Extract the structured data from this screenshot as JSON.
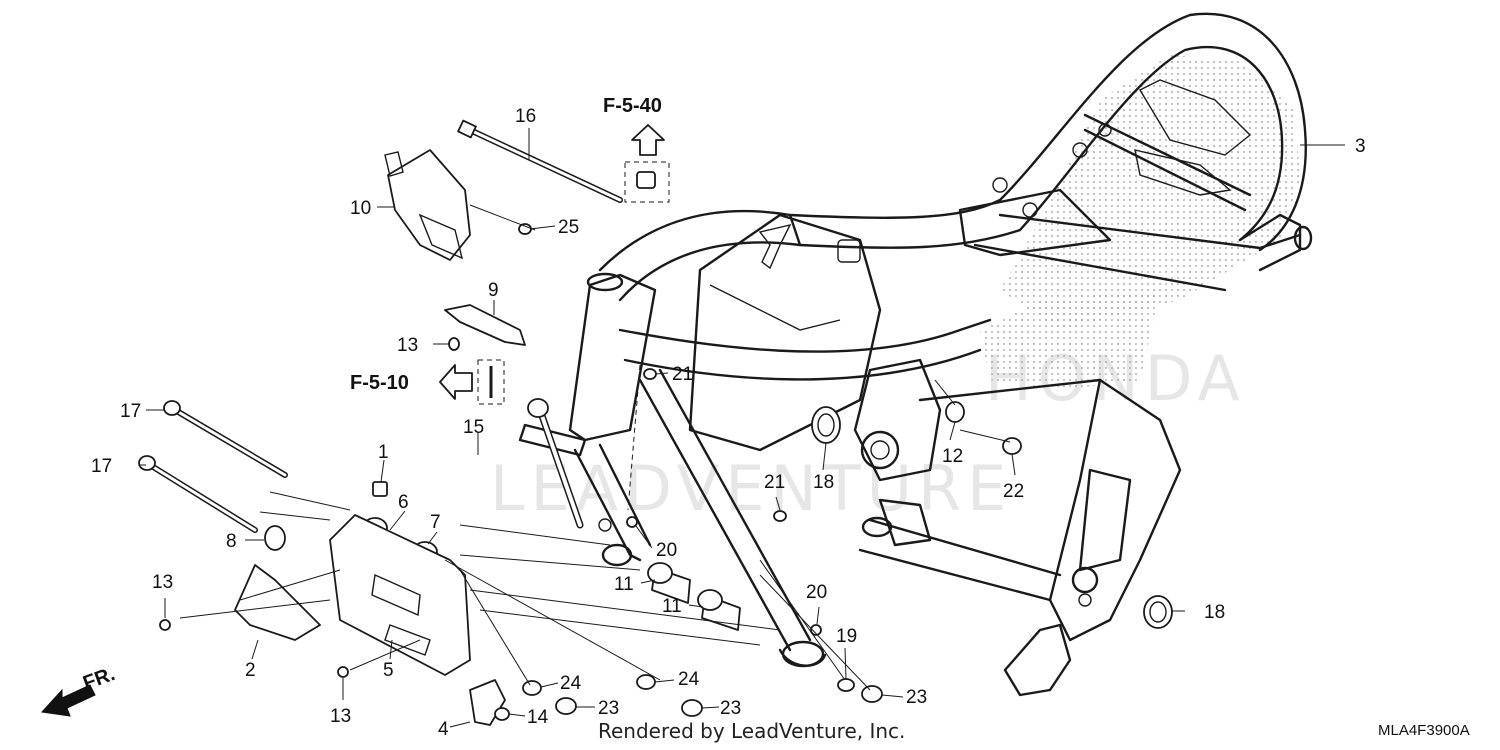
{
  "watermark": {
    "top": "HONDA",
    "bottom": "LEADVENTURE"
  },
  "refs": {
    "ref_top": "F-5-40",
    "ref_left": "F-5-10"
  },
  "direction": {
    "label": "FR."
  },
  "callouts": {
    "c1": "1",
    "c2": "2",
    "c3": "3",
    "c4": "4",
    "c5": "5",
    "c6": "6",
    "c7": "7",
    "c8": "8",
    "c9": "9",
    "c10": "10",
    "c11a": "11",
    "c11b": "11",
    "c12": "12",
    "c13a": "13",
    "c13b": "13",
    "c13c": "13",
    "c14": "14",
    "c15": "15",
    "c16": "16",
    "c17a": "17",
    "c17b": "17",
    "c18a": "18",
    "c18b": "18",
    "c19": "19",
    "c20a": "20",
    "c20b": "20",
    "c21a": "21",
    "c21b": "21",
    "c22": "22",
    "c23a": "23",
    "c23b": "23",
    "c23c": "23",
    "c24a": "24",
    "c24b": "24",
    "c25": "25"
  },
  "footer": {
    "credit": "Rendered by LeadVenture, Inc.",
    "diagram_code": "MLA4F3900A"
  }
}
